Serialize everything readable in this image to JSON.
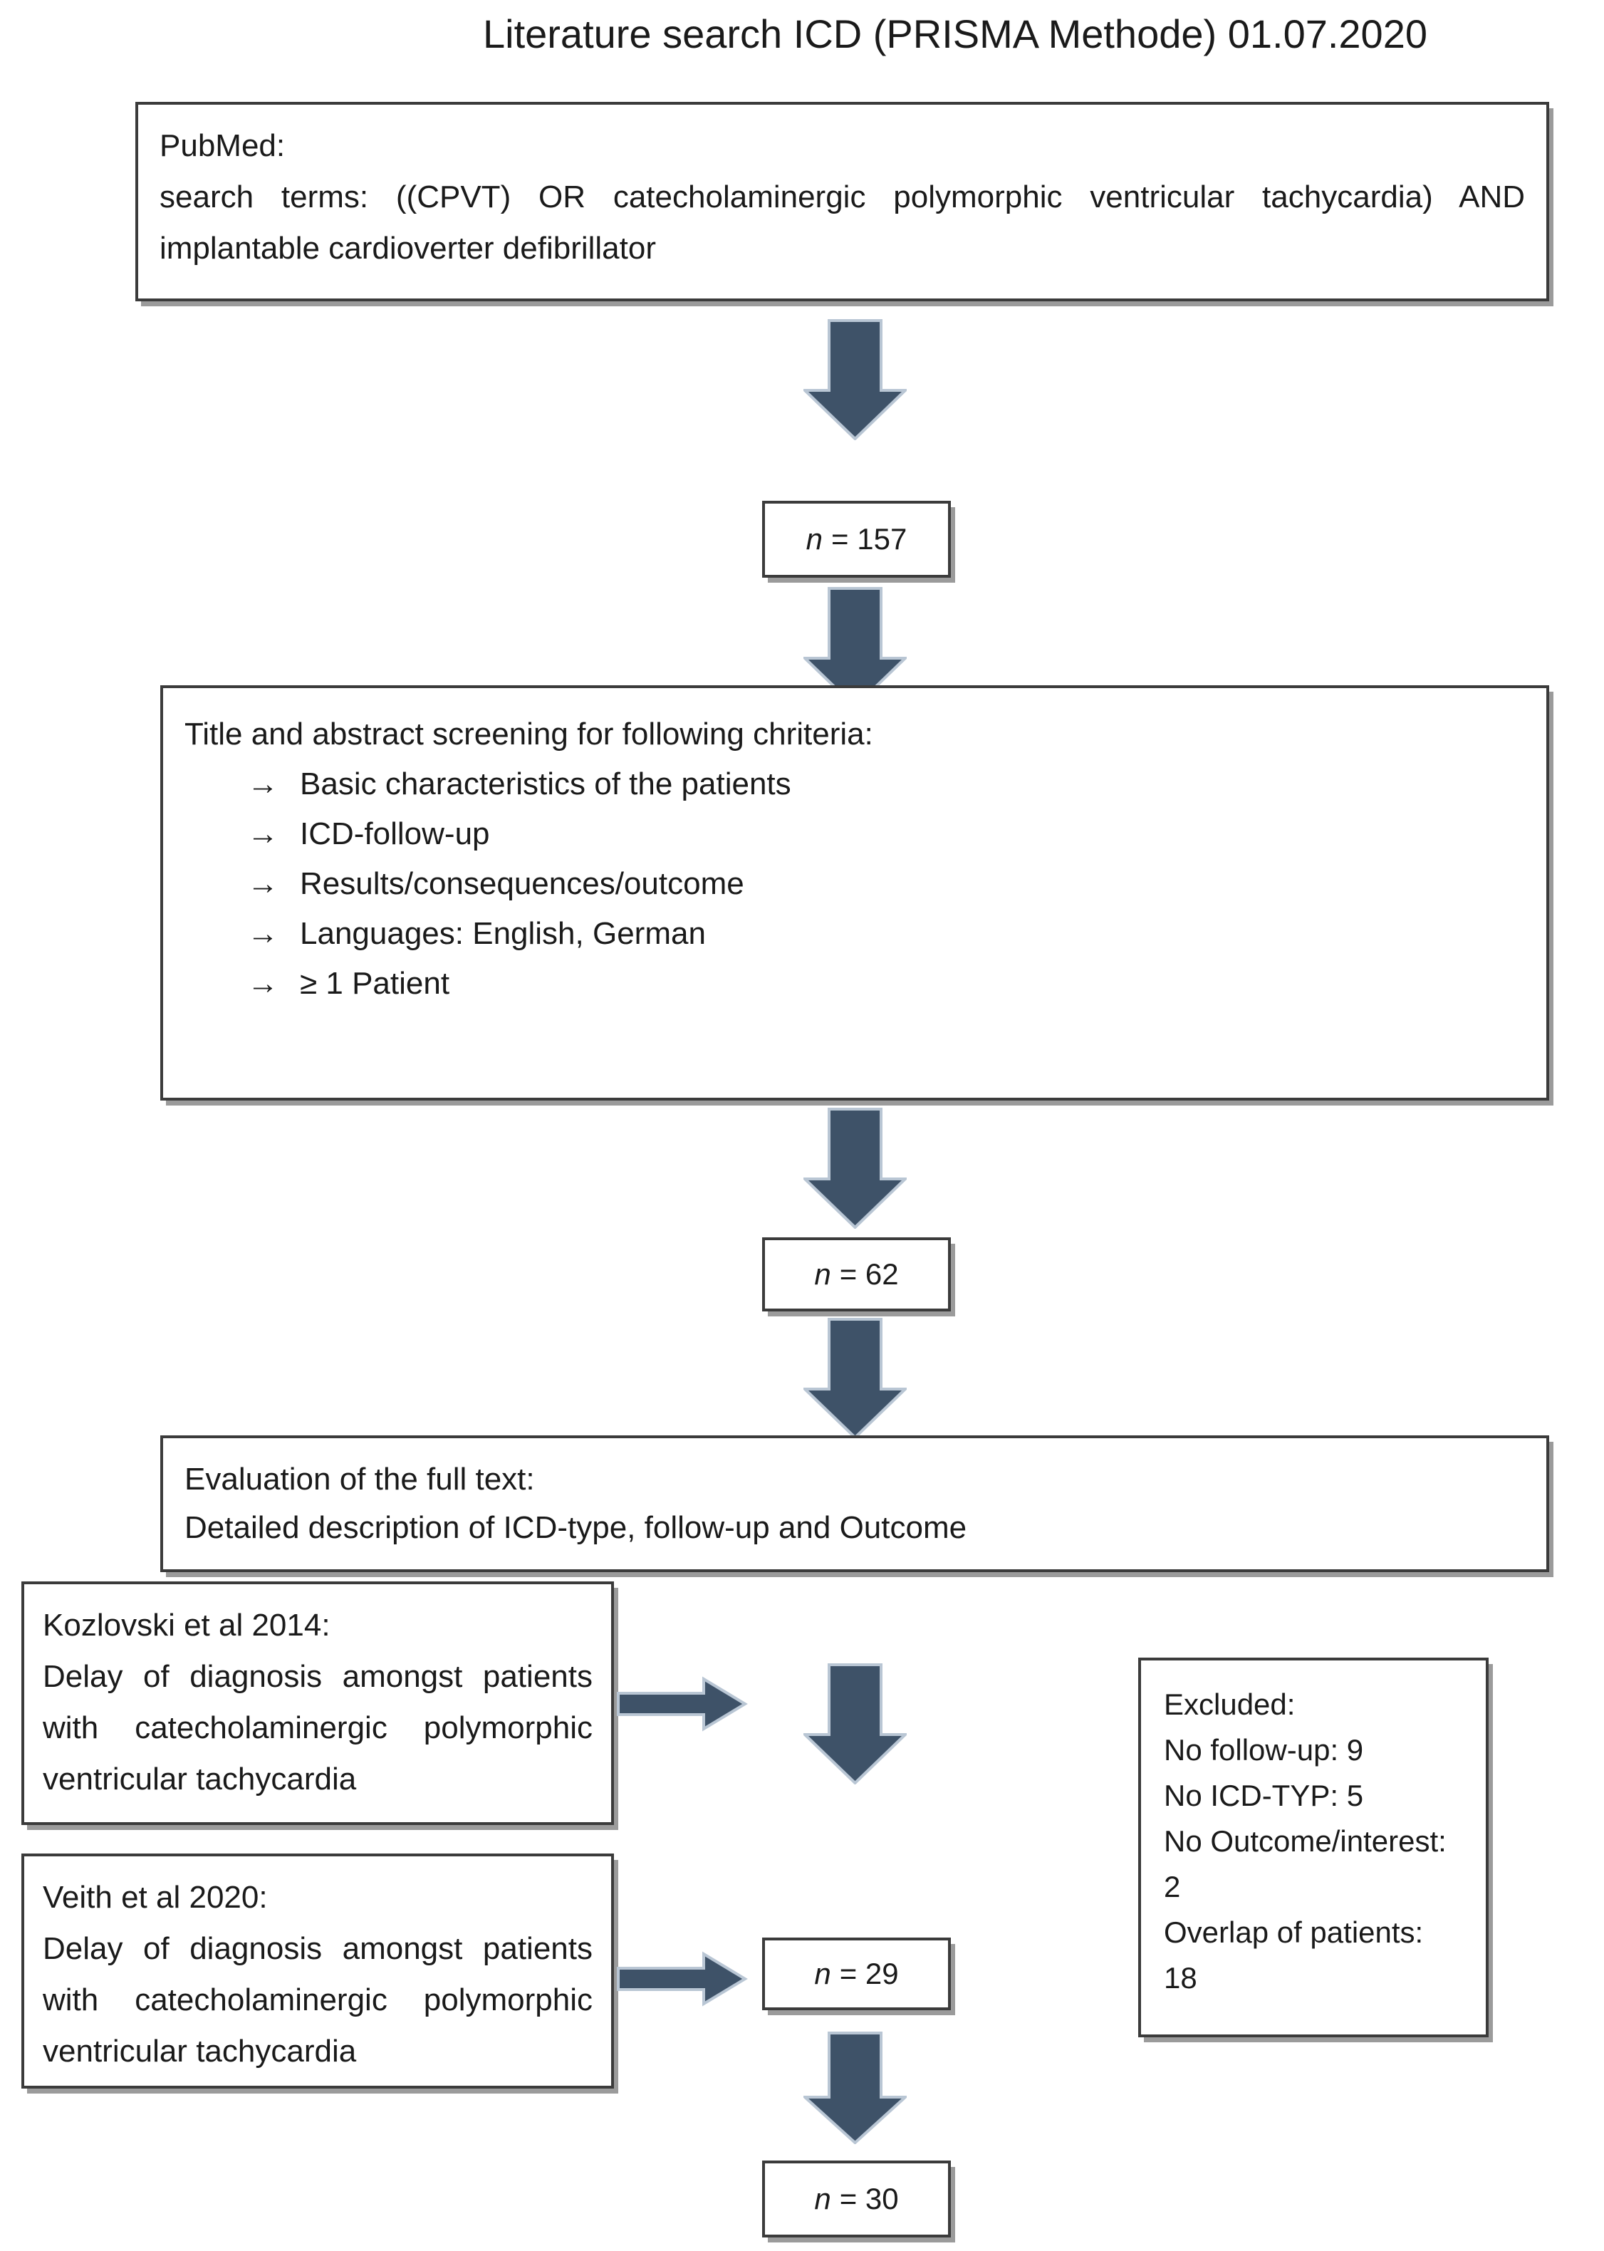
{
  "title": "Literature search ICD (PRISMA Methode) 01.07.2020",
  "boxes": {
    "pubmed": {
      "line1": "PubMed:",
      "line2": "search terms: ((CPVT) OR catecholaminergic polymorphic ventricular tachycardia) AND implantable cardioverter defibrillator"
    },
    "screening": {
      "title": "Title and abstract screening for following chriteria:",
      "bullet_icon": "→",
      "bullets": [
        "Basic characteristics of the patients",
        "ICD-follow-up",
        "Results/consequences/outcome",
        "Languages: English, German",
        "≥ 1 Patient"
      ]
    },
    "evaluation": {
      "line1": "Evaluation of the full text:",
      "line2": "Detailed description of ICD-type, follow-up and Outcome"
    },
    "kozlovski": {
      "title": "Kozlovski et al 2014:",
      "body": "Delay of diagnosis amongst patients with catecholaminergic polymorphic ventricular tachycardia"
    },
    "veith": {
      "title": "Veith et al 2020:",
      "body": "Delay of diagnosis amongst patients with catecholaminergic polymorphic ventricular tachycardia"
    },
    "excluded": {
      "title": "Excluded:",
      "items": [
        "No follow-up: 9",
        "No ICD-TYP: 5",
        "No Outcome/interest: 2",
        "Overlap of patients: 18"
      ]
    },
    "n157": {
      "sym": "n",
      "val": "= 157"
    },
    "n62": {
      "sym": "n",
      "val": "= 62"
    },
    "n29": {
      "sym": "n",
      "val": "= 29"
    },
    "n30": {
      "sym": "n",
      "val": "= 30"
    }
  },
  "colors": {
    "arrow_fill": "#3E5268",
    "arrow_outline": "#b9c6d4",
    "box_border": "#3b3b3b",
    "box_shadow": "#9b9b9b",
    "text": "#1a1a1a"
  }
}
